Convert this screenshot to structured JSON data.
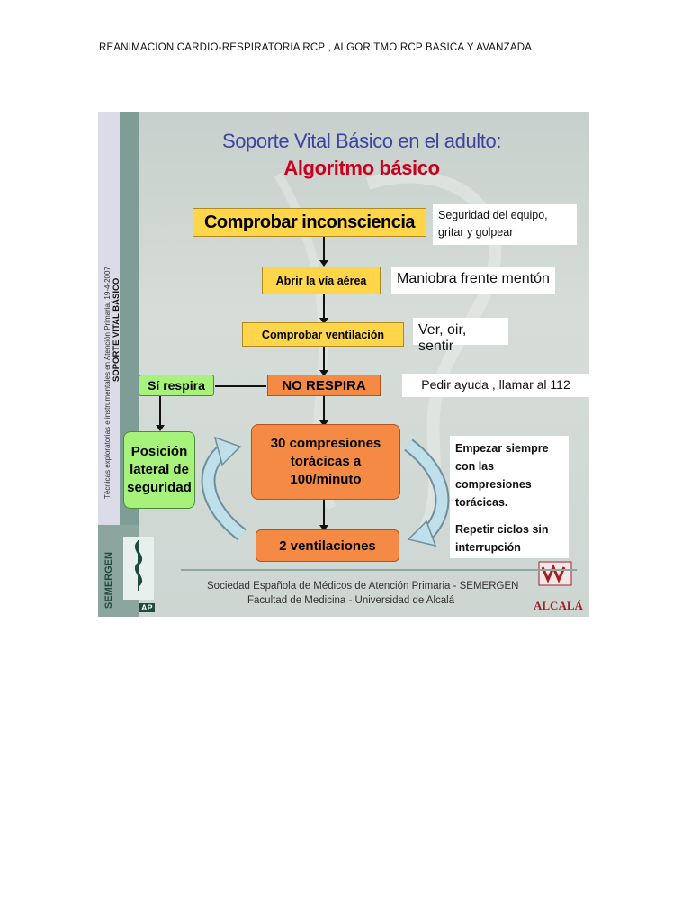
{
  "doc_header": "REANIMACION CARDIO-RESPIRATORIA RCP , ALGORITMO RCP BASICA Y AVANZADA",
  "slide": {
    "sidebar_text_small": "Técnicas exploratorias e instrumentales en Atención Primaria.   19-4-2007",
    "sidebar_text_bold": "SOPORTE VITAL BÁSICO",
    "title_line1": "Soporte Vital Básico en el adulto:",
    "title_line2": "Algoritmo básico",
    "steps": {
      "check_unconscious": "Comprobar inconsciencia",
      "open_airway": "Abrir la vía aérea",
      "check_breathing": "Comprobar ventilación",
      "not_breathing": "NO RESPIRA",
      "breathing": "Sí respira",
      "recovery_position": "Posición lateral de seguridad",
      "compressions": "30 compresiones torácicas a 100/minuto",
      "ventilations": "2 ventilaciones"
    },
    "notes": {
      "safety": "Seguridad del equipo, gritar y golpear",
      "maneuver": "Maniobra frente mentón",
      "see_hear_feel": "Ver, oir, sentir",
      "call_help": "Pedir ayuda , llamar al 112",
      "start_compressions": "Empezar siempre con las compresiones torácicas.",
      "repeat_cycles": "Repetir ciclos sin interrupción"
    },
    "logo_left": "SEMERGEN",
    "logo_left_sub": "AP",
    "logo_right": "ALCALÁ",
    "footer_line1": "Sociedad Española de Médicos de Atención Primaria - SEMERGEN",
    "footer_line2": "Facultad de Medicina - Universidad de Alcalá",
    "colors": {
      "title_blue": "#3b45a0",
      "title_red": "#c8001e",
      "yellow": "#ffd54a",
      "orange": "#f58a45",
      "green": "#a7f27a"
    }
  }
}
